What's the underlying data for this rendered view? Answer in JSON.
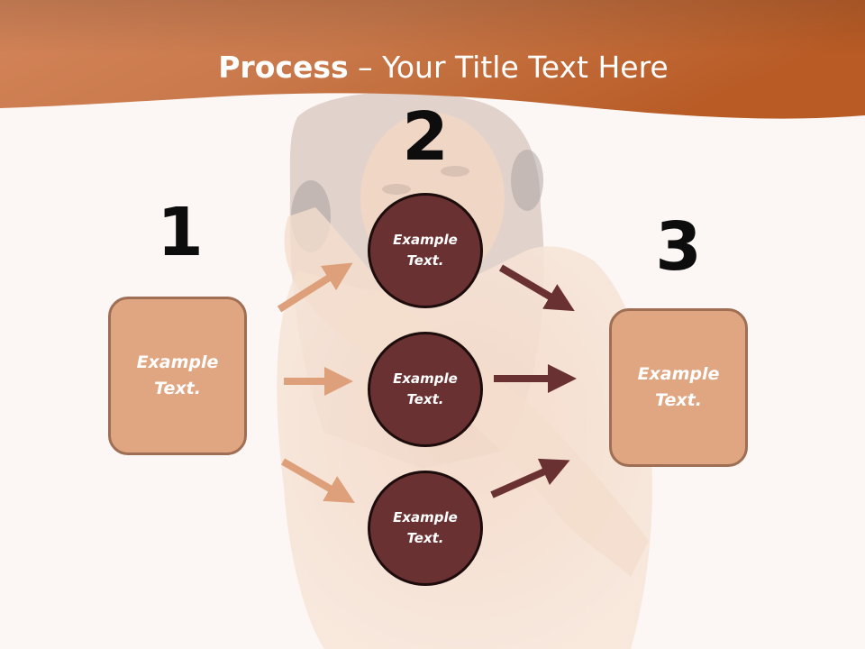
{
  "title": {
    "bold": "Process",
    "rest": " – Your Title Text Here"
  },
  "steps": [
    {
      "number": "1",
      "box_text": "Example Text."
    },
    {
      "number": "2",
      "circles": [
        "Example Text.",
        "Example Text.",
        "Example Text."
      ]
    },
    {
      "number": "3",
      "box_text": "Example Text."
    }
  ],
  "colors": {
    "header_orange": "#c8733f",
    "box_fill": "#e0a682",
    "box_border": "#9e6f55",
    "circle_fill": "#6a3132",
    "arrow_light": "#dda07a",
    "arrow_dark": "#6a3132"
  }
}
